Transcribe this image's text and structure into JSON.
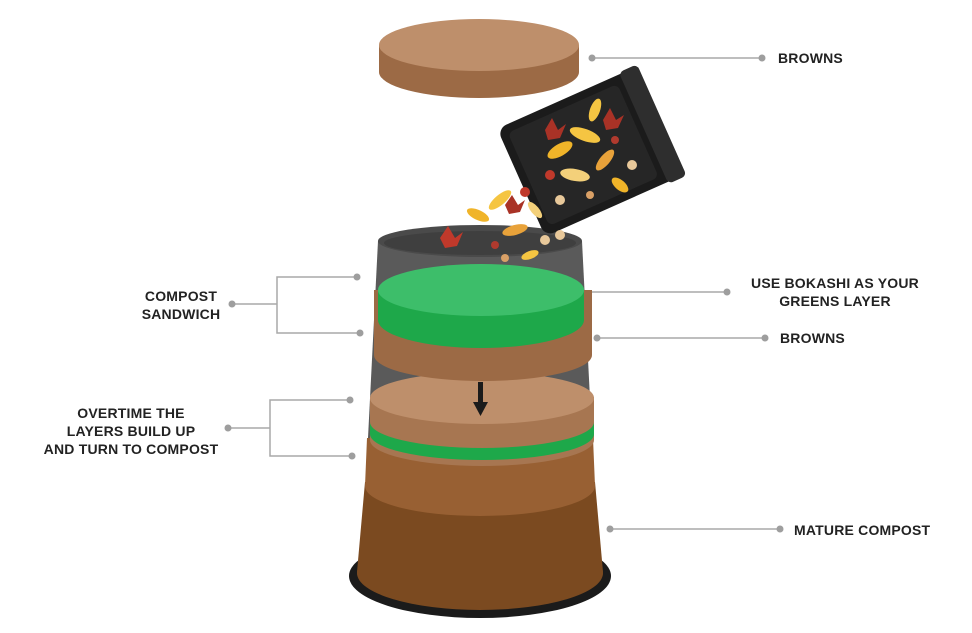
{
  "labels": {
    "browns_top": "BROWNS",
    "greens_line1": "USE BOKASHI AS YOUR",
    "greens_line2": "GREENS LAYER",
    "browns_mid": "BROWNS",
    "mature_compost": "MATURE COMPOST",
    "sandwich_line1": "COMPOST",
    "sandwich_line2": "SANDWICH",
    "overtime_line1": "OVERTIME THE",
    "overtime_line2": "LAYERS BUILD UP",
    "overtime_line3": "AND TURN TO COMPOST"
  },
  "colors": {
    "browns": "#BE8F6B",
    "browns_dark": "#9C6A45",
    "greens": "#3DBE6A",
    "greens_dark": "#1EA84A",
    "bin_grey": "#5A5A5A",
    "bin_dark": "#3F3F3F",
    "compost_mid": "#986033",
    "compost_dark": "#7B4A20",
    "bucket_black": "#1B1B1B",
    "leader_line": "#A9A9A9",
    "label_text": "#222222"
  },
  "icons": {
    "arrow": "arrow-down-icon",
    "bucket": "bokashi-bucket-icon"
  }
}
